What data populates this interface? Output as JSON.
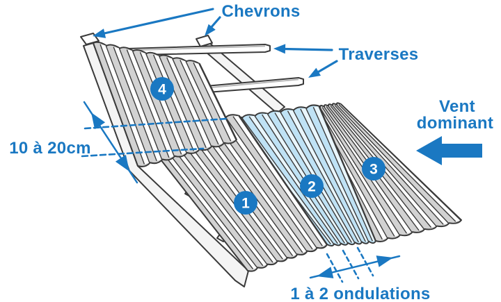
{
  "diagram": {
    "labels": {
      "chevrons": "Chevrons",
      "traverses": "Traverses",
      "wind_line1": "Vent",
      "wind_line2": "dominant",
      "overlap_vertical": "10 à 20cm",
      "overlap_lateral": "1 à 2 ondulations"
    },
    "badges": [
      {
        "label": "1"
      },
      {
        "label": "2"
      },
      {
        "label": "3"
      },
      {
        "label": "4"
      }
    ],
    "colors": {
      "accent": "#1a78c2",
      "outline": "#3a3a3a",
      "sheet_base": "#d2d2d2",
      "sheet_band": "#ffffff",
      "sheet_blue_base": "#bfe2f5",
      "sheet_blue_band": "#e9f6fd",
      "beam_fill": "#f4f4f4",
      "background": "#ffffff"
    }
  }
}
